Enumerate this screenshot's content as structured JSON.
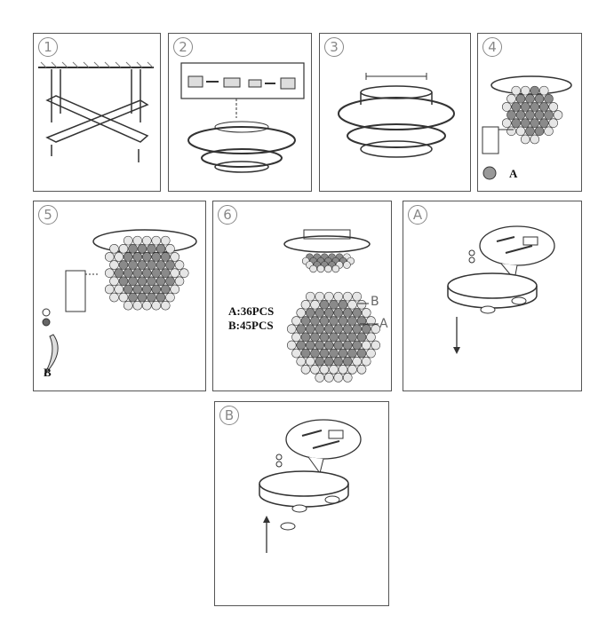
{
  "steps": [
    {
      "number": "1"
    },
    {
      "number": "2"
    },
    {
      "number": "3"
    },
    {
      "number": "4",
      "part_label": "A"
    },
    {
      "number": "5",
      "part_label": "B"
    },
    {
      "number": "6",
      "counts": [
        "A:36PCS",
        "B:45PCS"
      ],
      "callouts": [
        "B",
        "A"
      ]
    },
    {
      "number": "A"
    },
    {
      "number": "B"
    }
  ]
}
